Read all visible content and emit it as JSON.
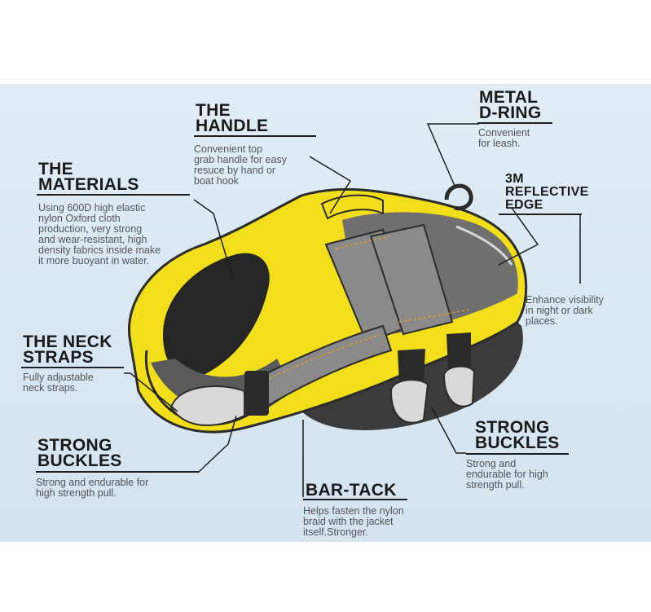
{
  "colors": {
    "background": "#d9e8f2",
    "vest_yellow": "#f4e11a",
    "vest_dark": "#3a3a3a",
    "strap_gray": "#7c7c7c",
    "stitch_orange": "#e59a2a"
  },
  "callouts": {
    "handle": {
      "title": "THE\nHANDLE",
      "desc": "Convenient top\ngrab handle for easy\nresuce by hand or\nboat hook"
    },
    "d_ring": {
      "title": "METAL\nD-RING",
      "desc": "Convenient\nfor leash."
    },
    "materials": {
      "title": "THE\nMATERIALS",
      "desc": "Using 600D high elastic\nnylon Oxford cloth\nproduction, very strong\nand wear-resistant, high\ndensity fabrics inside make\nit more buoyant in water."
    },
    "reflective": {
      "title": "3M\nREFLECTIVE\nEDGE",
      "desc": "Enhance visibility\nin night or dark\nplaces."
    },
    "neck_straps": {
      "title": "THE NECK\nSTRAPS",
      "desc": "Fully adjustable\nneck straps."
    },
    "buckles_left": {
      "title": "STRONG\nBUCKLES",
      "desc": "Strong and endurable for\nhigh strength pull."
    },
    "buckles_right": {
      "title": "STRONG\nBUCKLES",
      "desc": "Strong and\nendurable for high\nstrength pull."
    },
    "bar_tack": {
      "title": "BAR-TACK",
      "desc": "Helps fasten the nylon\nbraid with the jacket\nitself.Stronger."
    }
  }
}
